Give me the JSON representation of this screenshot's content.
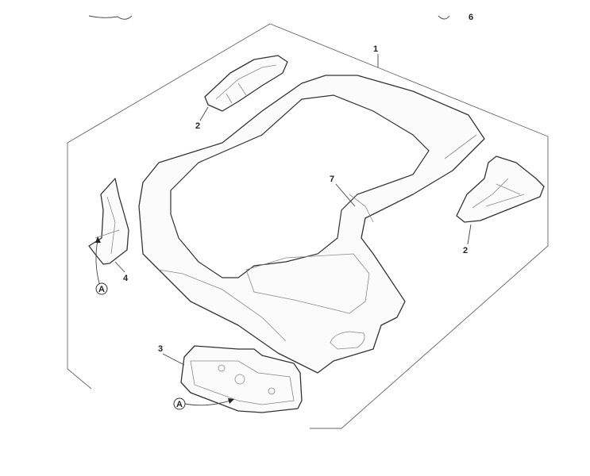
{
  "diagram": {
    "callouts": {
      "assembly": "1",
      "bracket_top": "2",
      "bracket_right": "2",
      "panel_lower": "3",
      "bracket_left": "4",
      "frame": "7",
      "top_partial": "6"
    },
    "reference_markers": [
      "A",
      "A"
    ]
  }
}
